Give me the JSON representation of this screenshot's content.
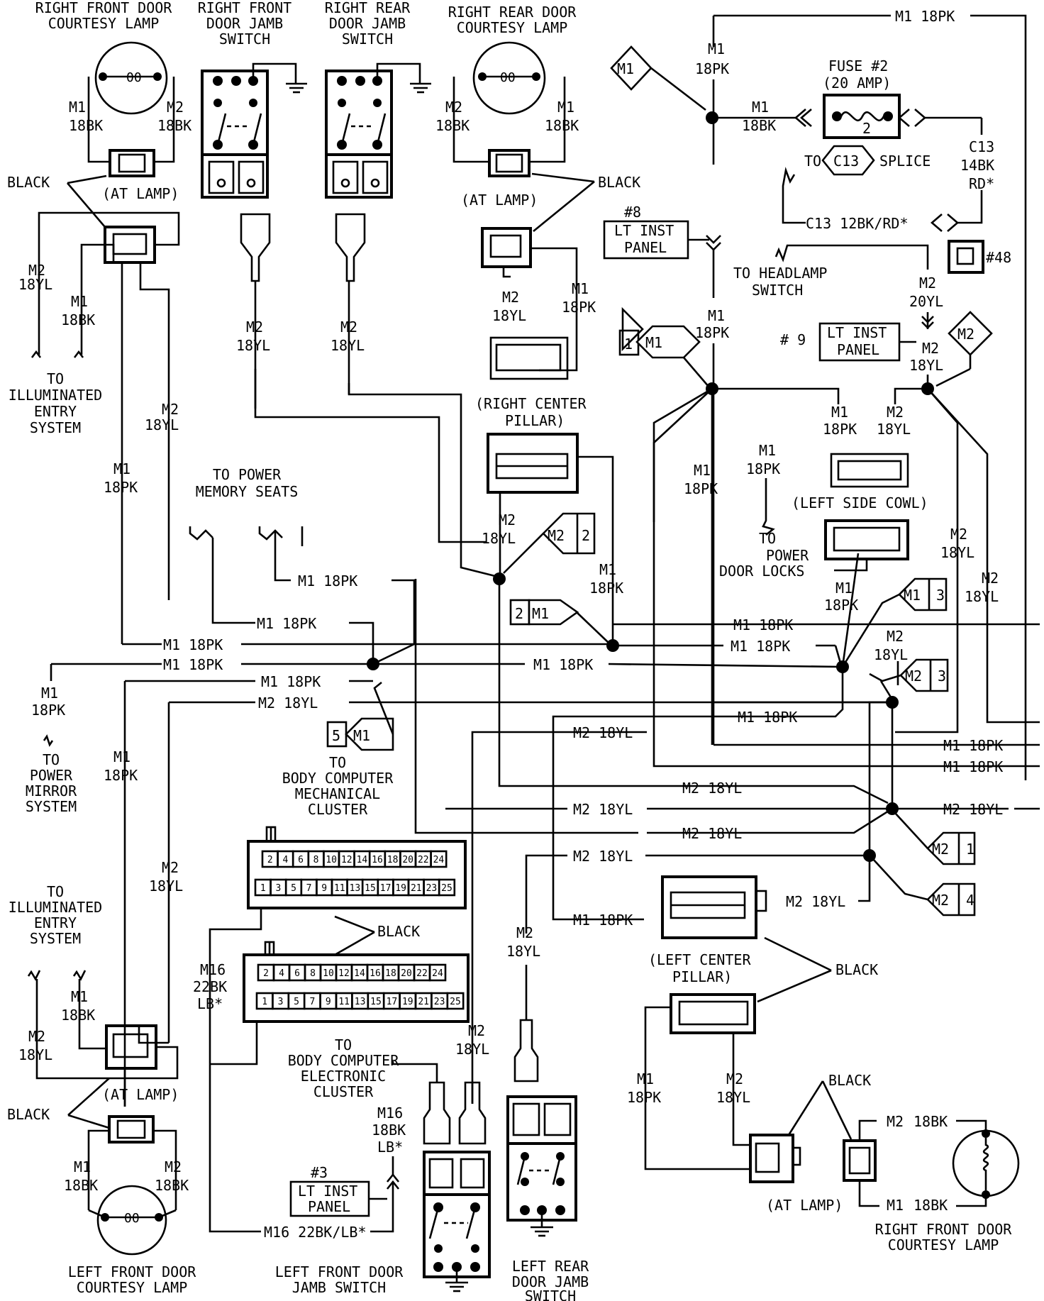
{
  "top_left": {
    "rf_lamp_title": [
      "RIGHT FRONT DOOR",
      "COURTESY LAMP"
    ],
    "rf_jamb_title": [
      "RIGHT FRONT",
      "DOOR JAMB",
      "SWITCH"
    ],
    "rr_jamb_title": [
      "RIGHT REAR",
      "DOOR JAMB",
      "SWITCH"
    ],
    "rr_lamp_title": [
      "RIGHT REAR DOOR",
      "COURTESY LAMP"
    ]
  },
  "labels": {
    "m1": "M1",
    "m2": "M2",
    "bk18": "18BK",
    "pk18": "18PK",
    "yl18": "18YL",
    "yl20": "20YL",
    "black": "BLACK",
    "at_lamp": "(AT LAMP)",
    "pk_wire": "M1 18PK",
    "yl_wire": "M2 18YL",
    "m1_tag": "M1",
    "m2_tag": "M2"
  },
  "fuse": {
    "title": "FUSE #2",
    "rating": "(20 AMP)",
    "number": "2",
    "c13": "C13",
    "c13_gauge": "14BK",
    "c13_color": "RD*",
    "splice_to": "TO",
    "splice_name": "C13",
    "splice": "SPLICE",
    "c13_wire": "C13 12BK/RD*",
    "ref48": "#48"
  },
  "panels": {
    "p8_ref": "#8",
    "p9_ref": "# 9",
    "p3_ref": "#3",
    "lt_inst": "LT INST",
    "panel": "PANEL"
  },
  "destinations": {
    "headlamp": [
      "TO HEADLAMP",
      "SWITCH"
    ],
    "illum_top": [
      "TO",
      "ILLUMINATED",
      "ENTRY",
      "SYSTEM"
    ],
    "illum_bottom": [
      "TO",
      "ILLUMINATED",
      "ENTRY",
      "SYSTEM"
    ],
    "memory_seats": [
      "TO POWER",
      "MEMORY SEATS"
    ],
    "power_locks": [
      "TO",
      "POWER",
      "DOOR LOCKS"
    ],
    "power_mirror": [
      "TO",
      "POWER",
      "MIRROR",
      "SYSTEM"
    ],
    "bcm_mech": [
      "TO",
      "BODY COMPUTER",
      "MECHANICAL",
      "CLUSTER"
    ],
    "bcm_elec": [
      "TO",
      "BODY COMPUTER",
      "ELECTRONIC",
      "CLUSTER"
    ]
  },
  "connectors": {
    "right_center_pillar": [
      "(RIGHT CENTER",
      "PILLAR)"
    ],
    "left_side_cowl": "(LEFT SIDE COWL)",
    "left_center_pillar": [
      "(LEFT CENTER",
      "PILLAR)"
    ],
    "top_pins": [
      "2",
      "4",
      "6",
      "8",
      "10",
      "12",
      "14",
      "16",
      "18",
      "20",
      "22",
      "24"
    ],
    "bottom_pins": [
      "1",
      "3",
      "5",
      "7",
      "9",
      "11",
      "13",
      "15",
      "17",
      "19",
      "21",
      "23",
      "25"
    ]
  },
  "m16": {
    "vertical": [
      "M16",
      "22BK",
      "LB*"
    ],
    "bottom_wire": "M16 22BK/LB*",
    "lf_jamb": [
      "M16",
      "18BK",
      "LB*"
    ]
  },
  "bottom": {
    "lf_lamp_title": [
      "LEFT FRONT DOOR",
      "COURTESY LAMP"
    ],
    "lf_jamb_title": [
      "LEFT FRONT DOOR",
      "JAMB SWITCH"
    ],
    "lr_jamb_title": [
      "LEFT REAR",
      "DOOR JAMB",
      "SWITCH"
    ],
    "rf_lamp_title2": [
      "RIGHT FRONT DOOR",
      "COURTESY LAMP"
    ]
  },
  "tag_numbers": {
    "one": "1",
    "two": "2",
    "three": "3",
    "four": "4",
    "five": "5"
  }
}
